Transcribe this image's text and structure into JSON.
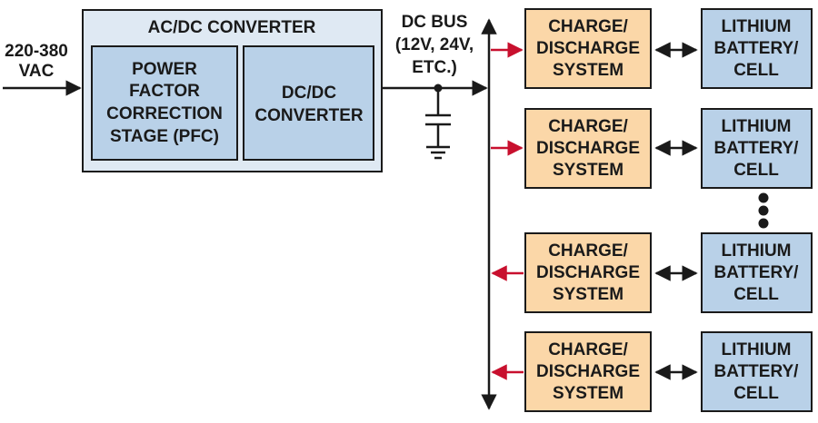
{
  "input": {
    "line1": "220-380",
    "line2": "VAC"
  },
  "acdc": {
    "title": "AC/DC CONVERTER",
    "pfc": [
      "POWER",
      "FACTOR",
      "CORRECTION",
      "STAGE (PFC)"
    ],
    "dcdc": [
      "DC/DC",
      "CONVERTER"
    ]
  },
  "bus": {
    "line1": "DC BUS",
    "line2": "(12V, 24V,",
    "line3": "ETC.)"
  },
  "charge_lines": [
    "CHARGE/",
    "DISCHARGE",
    "SYSTEM"
  ],
  "battery_lines": [
    "LITHIUM",
    "BATTERY/",
    "CELL"
  ],
  "colors": {
    "outer": "#dfe9f3",
    "inner": "#b9d1e8",
    "charge": "#fbd7a8",
    "battery": "#b9d1e8",
    "arrow_red": "#c8102e",
    "line": "#1a1a1a"
  }
}
